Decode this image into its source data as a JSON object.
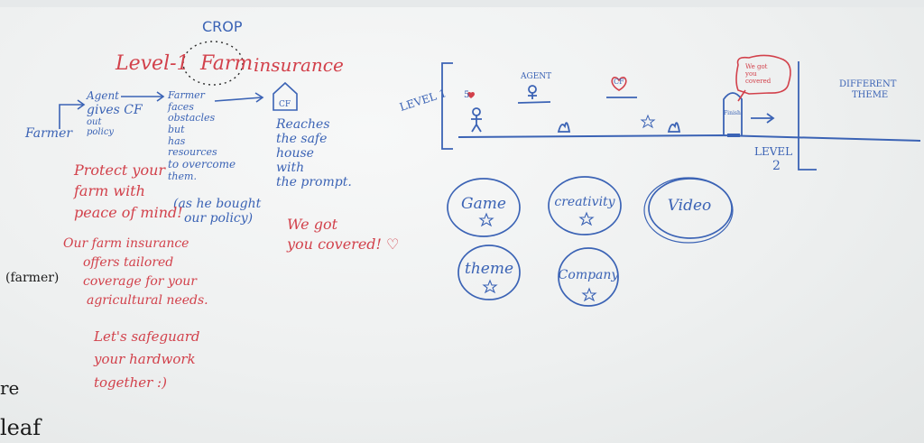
{
  "colors": {
    "blue": "#3b63b5",
    "red": "#d2414b",
    "black": "#1a1a1a",
    "board": "#eef0f0"
  },
  "title": {
    "level": "Level-1",
    "crop": "CROP",
    "farm": "Farm",
    "insurance": "insurance"
  },
  "flow": {
    "farmer": "Farmer",
    "agent": [
      "Agent",
      "gives CF",
      "out",
      "policy"
    ],
    "farmer_faces": [
      "Farmer",
      "faces",
      "obstacles",
      "but",
      "has",
      "resources",
      "to overcome",
      "them."
    ],
    "policy_note": [
      "(as he bought",
      "our policy)"
    ],
    "reaches": [
      "Reaches",
      "the safe",
      "house",
      "with",
      "the prompt."
    ]
  },
  "slogans": {
    "protect": [
      "Protect your",
      "farm with",
      "peace of mind!"
    ],
    "offers": [
      "Our farm insurance",
      "offers tailored",
      "coverage for your",
      "agricultural needs."
    ],
    "safeguard": [
      "Let's safeguard",
      "your hardwork",
      "together :)"
    ],
    "covered": [
      "We got",
      "you covered! ♡"
    ]
  },
  "left_edge": {
    "farmer_paren": "(farmer)",
    "re": "re",
    "leaf": "leaf"
  },
  "game": {
    "level1": "LEVEL 1",
    "level2": [
      "LEVEL",
      "2"
    ],
    "agent": "AGENT",
    "cf_heart": "CF",
    "five": "5",
    "speech": [
      "We got",
      "you",
      "covered"
    ],
    "door": "Finish",
    "different_theme": [
      "DIFFERENT",
      "THEME"
    ]
  },
  "bubbles": [
    "Game",
    "creativity",
    "Video",
    "theme",
    "Company"
  ]
}
